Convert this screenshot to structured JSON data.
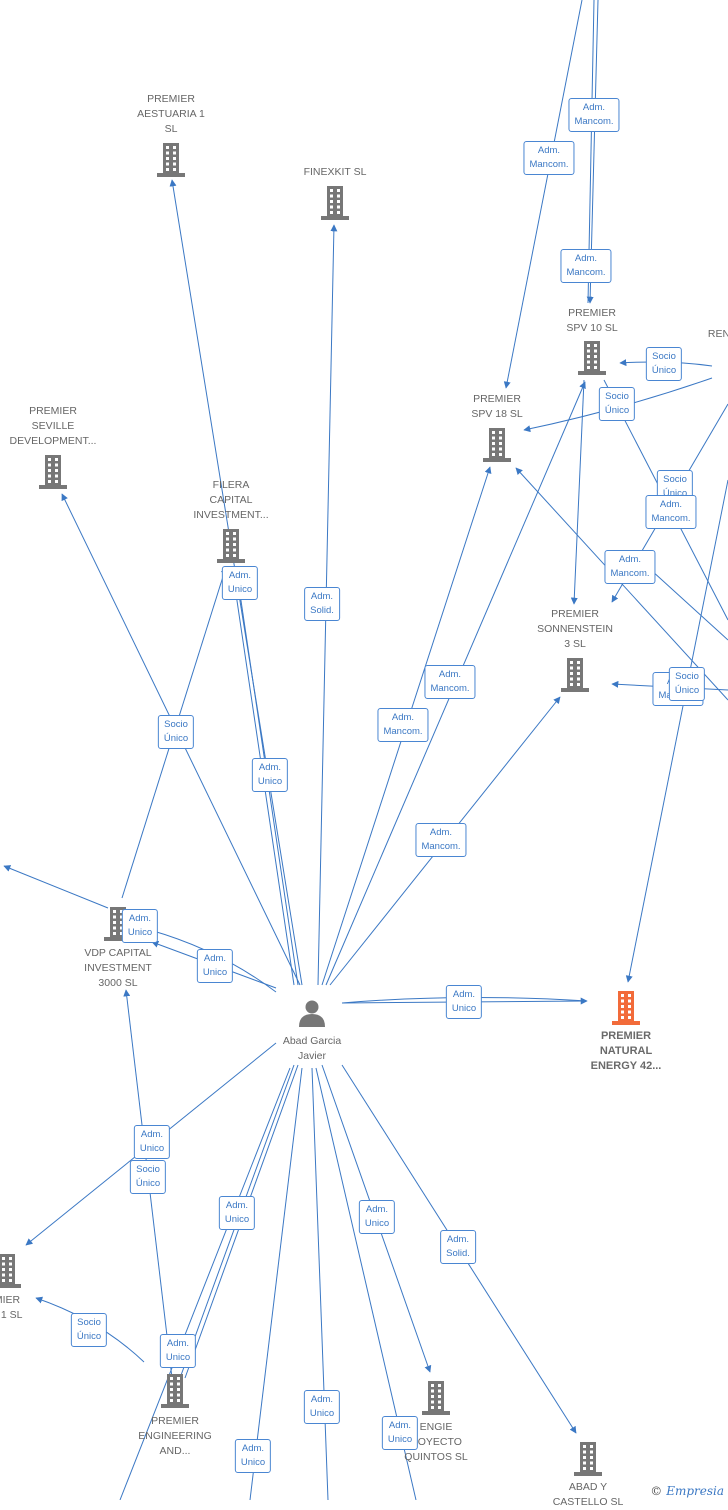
{
  "colors": {
    "edge": "#3b78c4",
    "building": "#777777",
    "highlight": "#f26b3a",
    "person": "#777777"
  },
  "nodes": [
    {
      "id": "premier-aestuaria-1",
      "label": [
        "PREMIER",
        "AESTUARIA 1",
        "SL"
      ],
      "icon": "building-icon"
    },
    {
      "id": "finexkit",
      "label": [
        "FINEXKIT SL"
      ],
      "icon": "building-icon"
    },
    {
      "id": "premier-seville",
      "label": [
        "PREMIER",
        "SEVILLE",
        "DEVELOPMENT..."
      ],
      "icon": "building-icon"
    },
    {
      "id": "filera-capital",
      "label": [
        "FILERA",
        "CAPITAL",
        "INVESTMENT..."
      ],
      "icon": "building-icon"
    },
    {
      "id": "premier-spv-10",
      "label": [
        "PREMIER",
        "SPV 10  SL"
      ],
      "icon": "building-icon"
    },
    {
      "id": "premier-spv-18",
      "label": [
        "PREMIER",
        "SPV 18  SL"
      ],
      "icon": "building-icon"
    },
    {
      "id": "premier-sonnenstein-3",
      "label": [
        "PREMIER",
        "SONNENSTEIN",
        "3  SL"
      ],
      "icon": "building-icon"
    },
    {
      "id": "vdp-capital",
      "label": [
        "VDP CAPITAL",
        "INVESTMENT",
        "3000  SL"
      ],
      "icon": "building-icon"
    },
    {
      "id": "abad-garcia-javier",
      "label": [
        "Abad Garcia",
        "Javier"
      ],
      "icon": "person-icon"
    },
    {
      "id": "premier-natural-energy",
      "label": [
        "PREMIER",
        "NATURAL",
        "ENERGY 42..."
      ],
      "icon": "building-icon",
      "highlight": true
    },
    {
      "id": "premier-a-1",
      "label": [
        "MIER",
        "A 1  SL"
      ],
      "icon": "building-icon"
    },
    {
      "id": "premier-engineering",
      "label": [
        "PREMIER",
        "ENGINEERING",
        "AND..."
      ],
      "icon": "building-icon"
    },
    {
      "id": "engie-proyecto",
      "label": [
        "ENGIE",
        "ROYECTO",
        "QUINTOS  SL"
      ],
      "icon": "building-icon"
    },
    {
      "id": "abad-y-castello",
      "label": [
        "ABAD Y",
        "CASTELLO SL"
      ],
      "icon": "building-icon"
    },
    {
      "id": "ren-offscreen",
      "label": [
        "REN"
      ],
      "icon": "none"
    }
  ],
  "edge_labels": [
    [
      "Adm.",
      "Mancom."
    ],
    [
      "Adm.",
      "Mancom."
    ],
    [
      "Adm.",
      "Mancom."
    ],
    [
      "Socio",
      "Único"
    ],
    [
      "Socio",
      "Único"
    ],
    [
      "Socio",
      "Único"
    ],
    [
      "Adm.",
      "Mancom."
    ],
    [
      "Adm.",
      "Mancom."
    ],
    [
      "Adm.",
      "Unico"
    ],
    [
      "Adm.",
      "Solid."
    ],
    [
      "Adm.",
      "Mancom."
    ],
    [
      "Adm.",
      "Mancom."
    ],
    [
      "Adm.",
      "Unico"
    ],
    [
      "Adm.",
      "Mancom."
    ],
    [
      "Socio",
      "Único"
    ],
    [
      "Adm.",
      "Mancom."
    ],
    [
      "Socio",
      "Único"
    ],
    [
      "Adm.",
      "Unico"
    ],
    [
      "Adm.",
      "Unico"
    ],
    [
      "Adm.",
      "Unico"
    ],
    [
      "Adm.",
      "Unico"
    ],
    [
      "Socio",
      "Único"
    ],
    [
      "Adm.",
      "Unico"
    ],
    [
      "Adm.",
      "Unico"
    ],
    [
      "Adm.",
      "Solid."
    ],
    [
      "Socio",
      "Único"
    ],
    [
      "Adm.",
      "Unico"
    ],
    [
      "Adm.",
      "Unico"
    ],
    [
      "Adm.",
      "Unico"
    ],
    [
      "Adm.",
      "Unico"
    ]
  ],
  "footer": {
    "copyright": "©",
    "brand": "Empresia"
  }
}
